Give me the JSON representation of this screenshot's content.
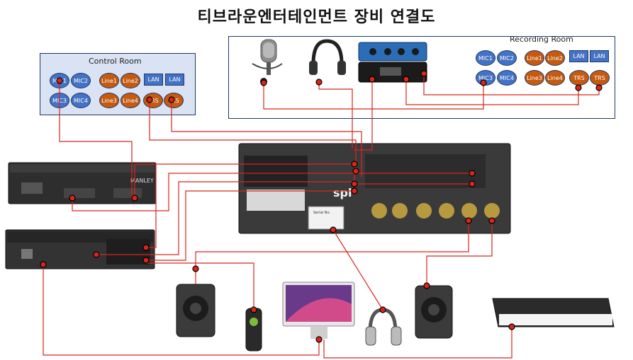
{
  "title": "티브라운엔터테인먼트 장비 연결도",
  "control_room": {
    "label": "Control Room",
    "mic_ports": [
      "MIC1",
      "MIC2",
      "MIC3",
      "MIC4"
    ],
    "line_ports": [
      "Line1",
      "Line2",
      "Line3",
      "Line4"
    ],
    "lan_ports": [
      "LAN",
      "LAN"
    ],
    "trs_ports": [
      "TRS",
      "TRS"
    ]
  },
  "recording_room": {
    "label": "Recording Room",
    "mic_ports": [
      "MIC1",
      "MIC2",
      "MIC3",
      "MIC4"
    ],
    "line_ports": [
      "Line1",
      "Line2",
      "Line3",
      "Line4"
    ],
    "lan_ports": [
      "LAN",
      "LAN"
    ],
    "trs_ports": [
      "TRS",
      "TRS"
    ]
  },
  "devices": {
    "rack_unit_brand": "MANLEY",
    "monitor_controller_brand": "spl",
    "monitor_controller_serial_label": "Serial No."
  },
  "colors": {
    "mic_port": "#4472c4",
    "line_port": "#c55a11",
    "cable": "#d9261c",
    "control_room_bg": "#dae3f3"
  }
}
